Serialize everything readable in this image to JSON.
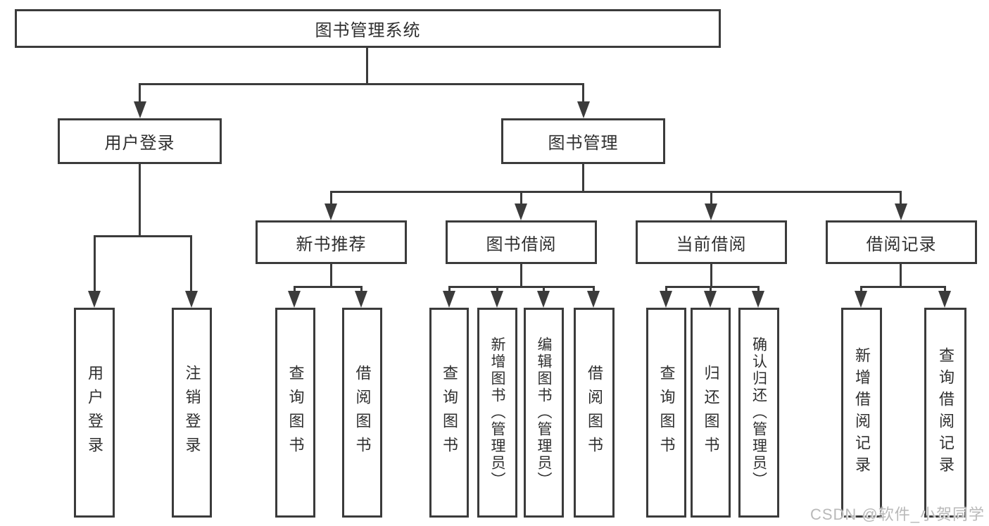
{
  "diagram_title": "图书管理系统",
  "tree": {
    "label": "图书管理系统",
    "children": [
      {
        "label": "用户登录",
        "children": [
          {
            "label": "用户登录"
          },
          {
            "label": "注销登录"
          }
        ]
      },
      {
        "label": "图书管理",
        "children": [
          {
            "label": "新书推荐",
            "children": [
              {
                "label": "查询图书"
              },
              {
                "label": "借阅图书"
              }
            ]
          },
          {
            "label": "图书借阅",
            "children": [
              {
                "label": "查询图书"
              },
              {
                "label": "新增图书（管理员）"
              },
              {
                "label": "编辑图书（管理员）"
              },
              {
                "label": "借阅图书"
              }
            ]
          },
          {
            "label": "当前借阅",
            "children": [
              {
                "label": "查询图书"
              },
              {
                "label": "归还图书"
              },
              {
                "label": "确认归还（管理员）"
              }
            ]
          },
          {
            "label": "借阅记录",
            "children": [
              {
                "label": "新增借阅记录"
              },
              {
                "label": "查询借阅记录"
              }
            ]
          }
        ]
      }
    ]
  },
  "watermark": "CSDN @软件_小贺同学",
  "colors": {
    "line": "#3b3b3b",
    "text": "#2f2f2f",
    "watermark": "#b9b9b9",
    "background": "#ffffff"
  }
}
